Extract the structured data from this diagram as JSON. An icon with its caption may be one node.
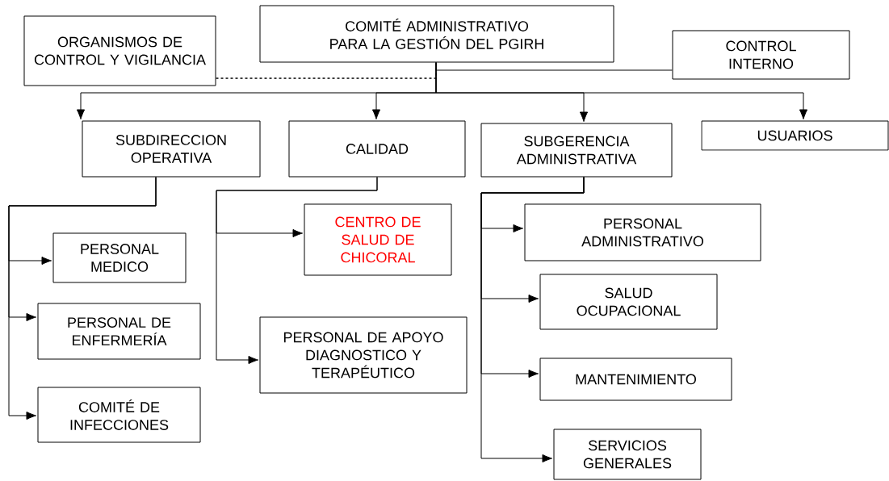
{
  "diagram": {
    "nodes": [
      {
        "text": [
          "ORGANISMOS DE CONTROL Y VIGILANCIA"
        ]
      },
      {
        "text": [
          "COMITÉ ADMINISTRATIVO PARA LA GESTIÓN DEL PGIRH"
        ]
      },
      {
        "text": [
          "CONTROL INTERNO"
        ]
      },
      {
        "text": [
          "SUBDIRECCION OPERATIVA"
        ]
      },
      {
        "text": [
          "CALIDAD"
        ]
      },
      {
        "text": [
          "SUBGERENCIA ADMINISTRATIVA"
        ]
      },
      {
        "text": [
          "USUARIOS"
        ]
      },
      {
        "text": [
          "PERSONAL MEDICO"
        ]
      },
      {
        "text": [
          "PERSONAL DE ENFERMERÍA"
        ]
      },
      {
        "text": [
          "COMITÉ DE INFECCIONES"
        ]
      },
      {
        "text": [
          "CENTRO DE SALUD DE CHICORAL"
        ]
      },
      {
        "text": [
          "PERSONAL DE APOYO DIAGNOSTICO Y TERAPÉUTICO"
        ]
      },
      {
        "text": [
          "PERSONAL ADMINISTRATIVO"
        ]
      },
      {
        "text": [
          "SALUD OCUPACIONAL"
        ]
      },
      {
        "text": [
          "MANTENIMIENTO"
        ]
      },
      {
        "text": [
          "SERVICIOS GENERALES"
        ]
      }
    ],
    "edges": [
      {
        "from": 0,
        "to": 1,
        "arrow": "none",
        "style": "dashed"
      },
      {
        "from": 2,
        "to": 1,
        "arrow": "none"
      },
      {
        "from": 1,
        "to": 3,
        "arrow": "to"
      },
      {
        "from": 1,
        "to": 4,
        "arrow": "to"
      },
      {
        "from": 1,
        "to": 5,
        "arrow": "to"
      },
      {
        "from": 1,
        "to": 6,
        "arrow": "to"
      },
      {
        "from": 3,
        "to": 7,
        "arrow": "to"
      },
      {
        "from": 3,
        "to": 8,
        "arrow": "to"
      },
      {
        "from": 3,
        "to": 9,
        "arrow": "to"
      },
      {
        "from": 4,
        "to": 10,
        "arrow": "to"
      },
      {
        "from": 4,
        "to": 11,
        "arrow": "to"
      },
      {
        "from": 5,
        "to": 12,
        "arrow": "to"
      },
      {
        "from": 5,
        "to": 13,
        "arrow": "to"
      },
      {
        "from": 5,
        "to": 14,
        "arrow": "to"
      },
      {
        "from": 5,
        "to": 15,
        "arrow": "to"
      }
    ]
  }
}
